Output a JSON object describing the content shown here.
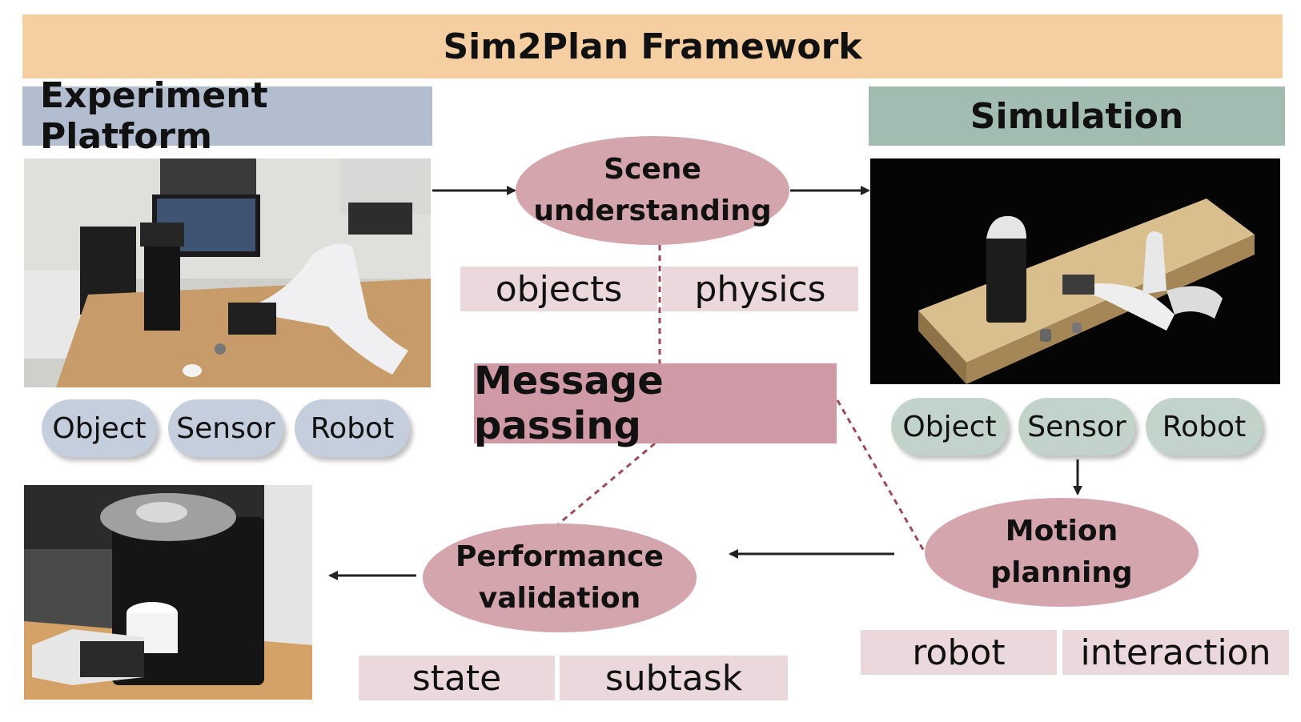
{
  "title": "Sim2Plan Framework",
  "experiment_platform": {
    "title": "Experiment Platform",
    "chips": [
      "Object",
      "Sensor",
      "Robot"
    ]
  },
  "simulation": {
    "title": "Simulation",
    "chips": [
      "Object",
      "Sensor",
      "Robot"
    ]
  },
  "scene_understanding": {
    "label_line1": "Scene",
    "label_line2": "understanding",
    "tags": [
      "objects",
      "physics"
    ]
  },
  "message_passing": {
    "label": "Message passing"
  },
  "motion_planning": {
    "label_line1": "Motion",
    "label_line2": "planning",
    "tags": [
      "robot",
      "interaction"
    ]
  },
  "performance_validation": {
    "label_line1": "Performance",
    "label_line2": "validation",
    "tags": [
      "state",
      "subtask"
    ]
  },
  "colors": {
    "banner": "#f5cfa2",
    "experiment_header": "#b2bed0",
    "simulation_header": "#a3bcb2",
    "node": "#d4a5ad",
    "message_box": "#cf9aa5",
    "tag": "#ead8dc",
    "dashed_link": "#9b4a5a"
  },
  "icons": [
    "robot-lab-photo",
    "simulation-render",
    "coffee-machine-photo"
  ]
}
